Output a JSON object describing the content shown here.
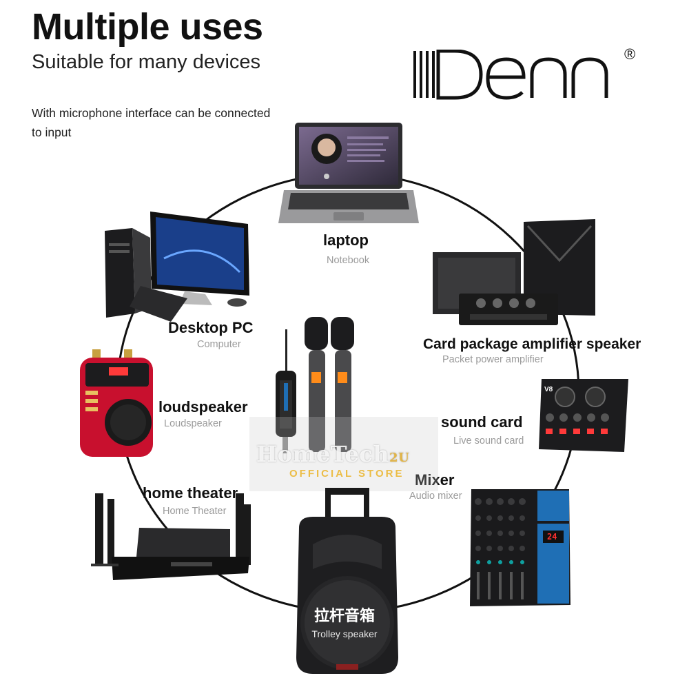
{
  "header": {
    "title": "Multiple uses",
    "subtitle": "Suitable for many devices",
    "description": "With microphone interface can be connected to input"
  },
  "brand": {
    "logo_text": "DENN",
    "registered": "®"
  },
  "watermark": {
    "line1": "HomeTech",
    "line1_suffix": "2U",
    "line2": "OFFICIAL STORE"
  },
  "devices": {
    "laptop": {
      "label": "laptop",
      "sublabel": "Notebook"
    },
    "desktop": {
      "label": "Desktop PC",
      "sublabel": "Computer"
    },
    "amplifier": {
      "label": "Card package amplifier speaker",
      "sublabel": "Packet power amplifier"
    },
    "loudspeaker": {
      "label": "loudspeaker",
      "sublabel": "Loudspeaker"
    },
    "sound_card": {
      "label": "sound card",
      "sublabel": "Live sound card"
    },
    "mixer": {
      "label": "Mixer",
      "sublabel": "Audio mixer"
    },
    "home_theater": {
      "label": "home theater",
      "sublabel": "Home Theater"
    },
    "trolley": {
      "label_cn": "拉杆音箱",
      "label_en": "Trolley speaker"
    }
  },
  "soundcard_screen": {
    "model": "V8"
  },
  "mixer_screen": {
    "display": "24"
  },
  "colors": {
    "text": "#111111",
    "sublabel": "#9a9a9a",
    "loudspeaker_red": "#c8102e",
    "mixer_blue": "#1f6fb5",
    "watermark_gold": "#e6b43c"
  }
}
